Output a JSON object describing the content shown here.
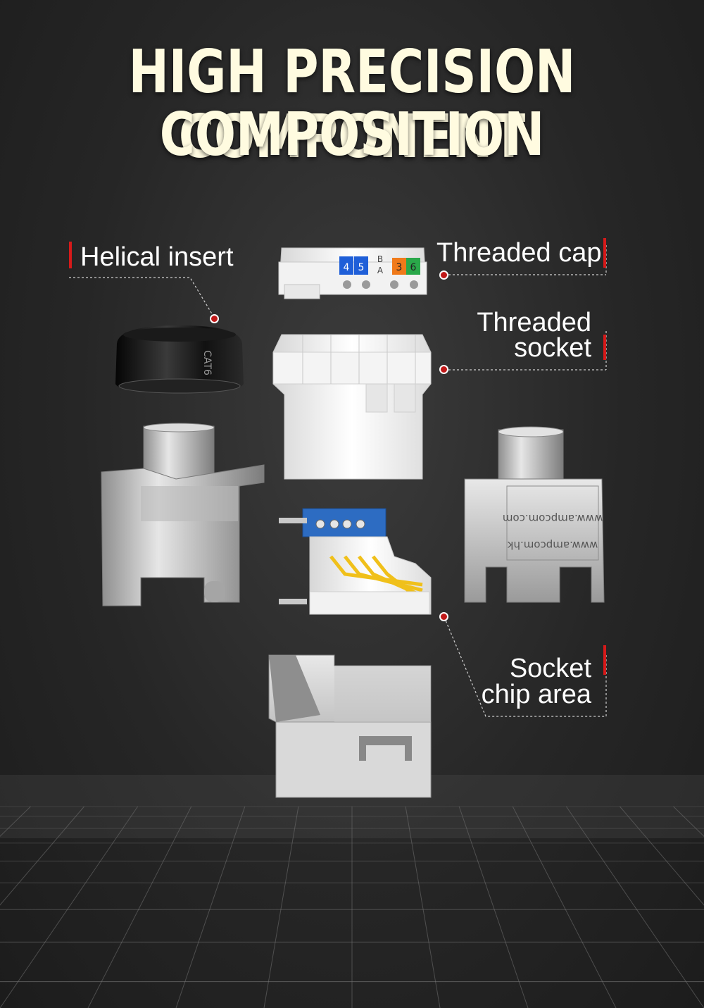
{
  "title": {
    "line1": "HIGH PRECISION COMPONENT",
    "line2": "COMPOSITION"
  },
  "labels": {
    "helical_insert": "Helical insert",
    "threaded_cap": "Threaded cap",
    "threaded_socket_line1": "Threaded",
    "threaded_socket_line2": "socket",
    "socket_chip_line1": "Socket",
    "socket_chip_line2": "chip area"
  },
  "product_markings": {
    "cap_print": "CAT6",
    "shield_print_1": "www.ampcom.com",
    "shield_print_2": "www.ampcom.hk",
    "pin_labels": [
      "4",
      "5",
      "B",
      "A",
      "3",
      "6"
    ]
  },
  "colors": {
    "title": "#fffbe0",
    "accent_red": "#d61a1a",
    "label": "#ffffff",
    "pin_blue": "#1f5fd8",
    "pin_green": "#2aa84a",
    "pin_orange": "#f07a1a"
  }
}
